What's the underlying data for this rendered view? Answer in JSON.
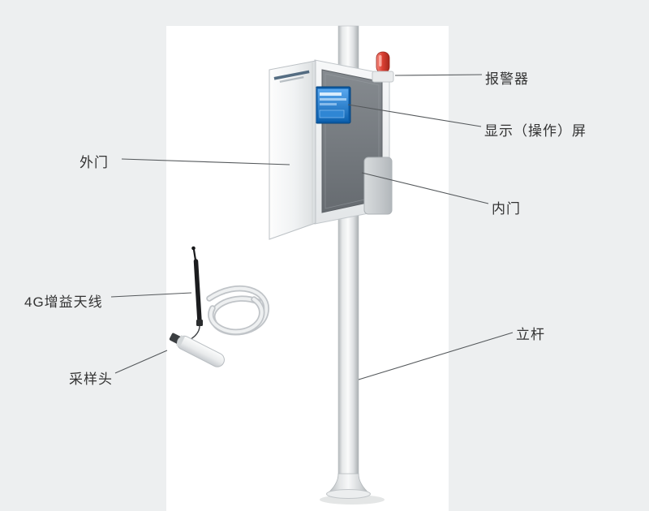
{
  "labels": {
    "alarm": "报警器",
    "display_screen": "显示（操作）屏",
    "inner_door": "内门",
    "outer_door": "外门",
    "antenna_4g": "4G增益天线",
    "sampling_head": "采样头",
    "pole": "立杆"
  },
  "colors": {
    "alarm_red": "#d13a2c",
    "screen_blue": "#1f7fd0",
    "panel_gray": "#74797e",
    "background": "#edeff0",
    "photo_background": "#ffffff",
    "leader_line": "#54585b"
  }
}
